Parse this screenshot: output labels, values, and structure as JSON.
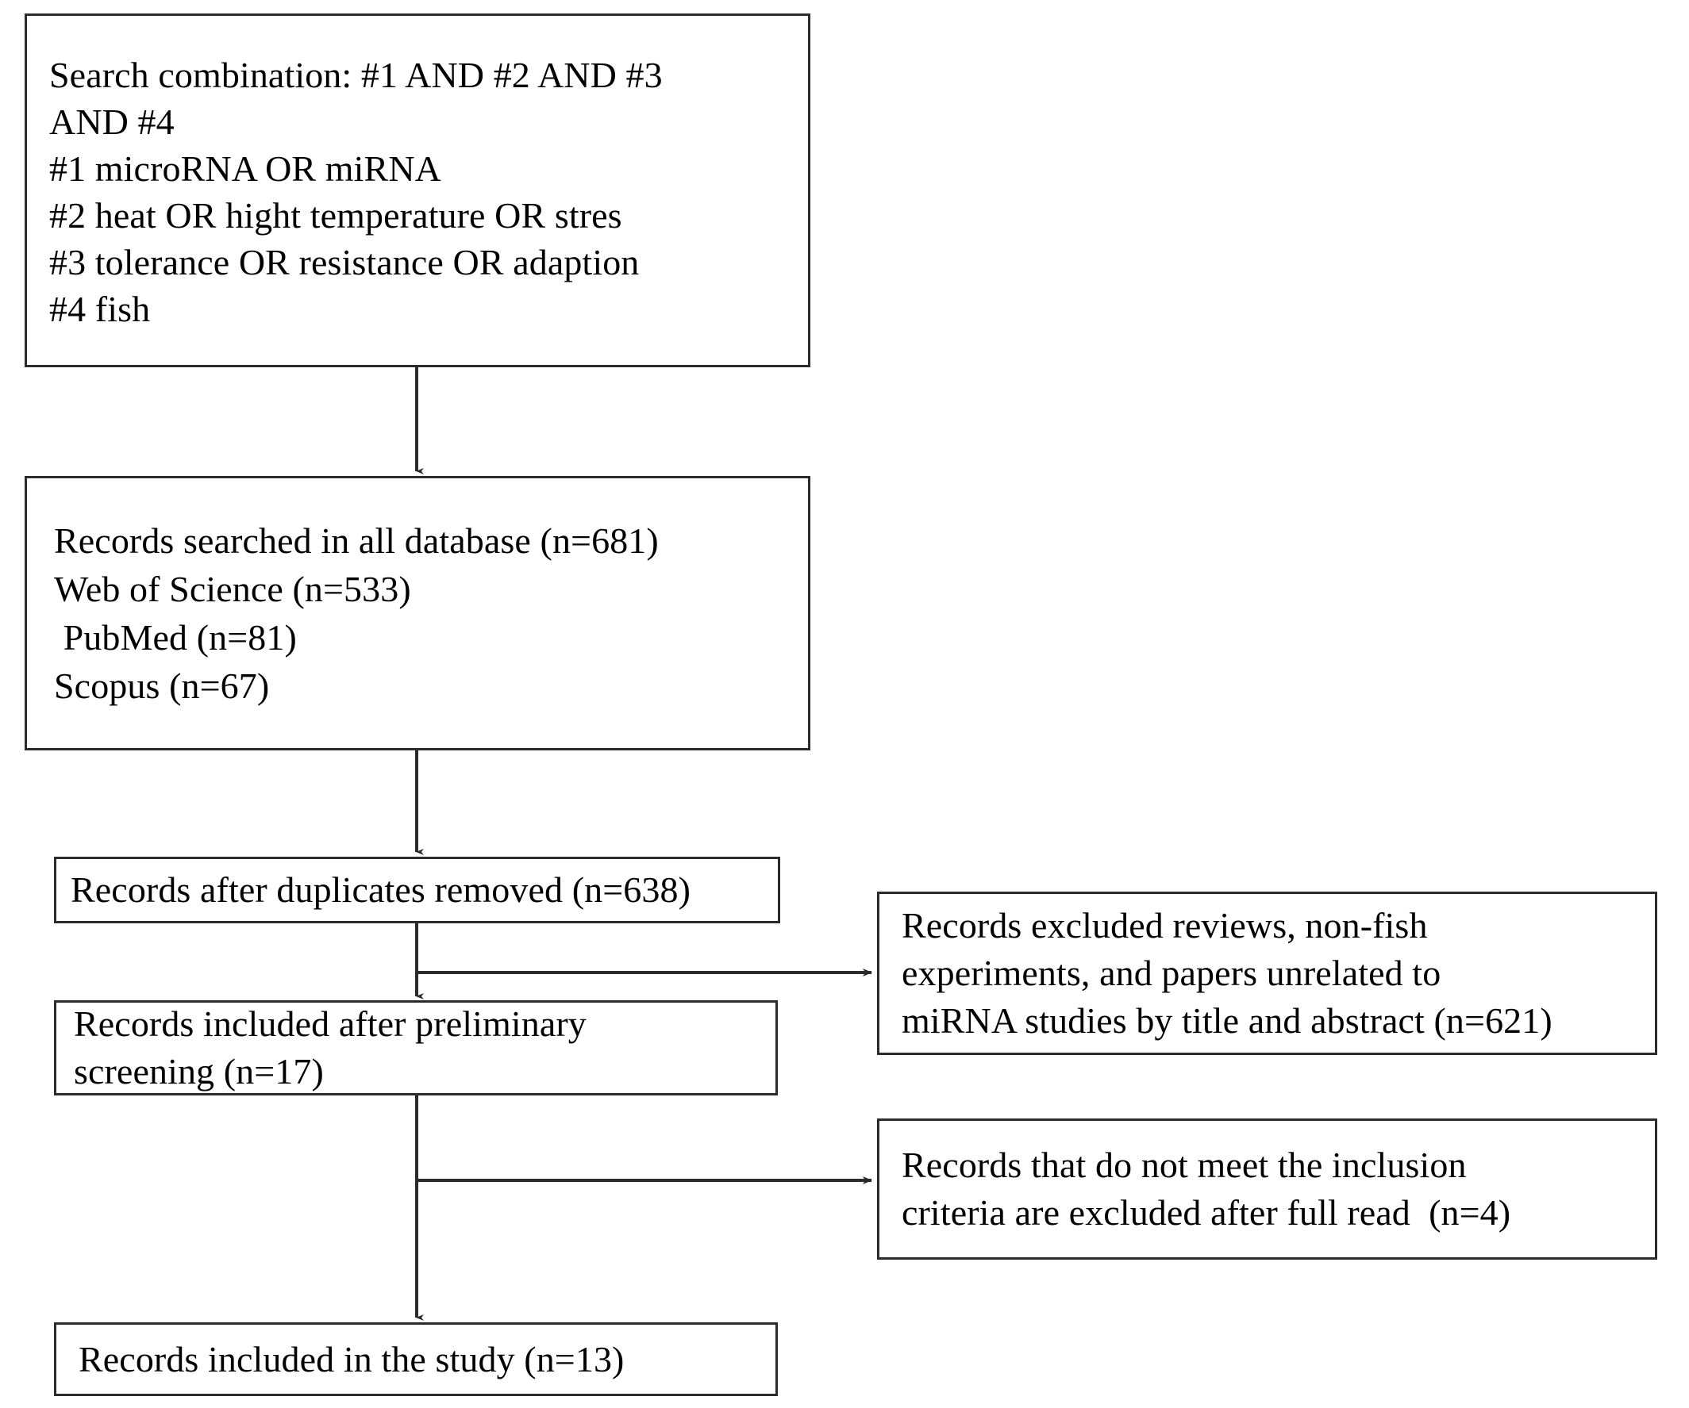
{
  "diagram": {
    "title": "PRISMA study selection flow diagram",
    "line_color": "#2b2b2b",
    "box_fill": "#ffffff",
    "text_color": "#000000"
  },
  "boxes": {
    "search_strategy": {
      "name": "search-strategy-box",
      "lines": [
        "Search combination: #1 AND #2 AND #3",
        "AND #4",
        "#1 microRNA OR miRNA",
        "#2 heat OR hight temperature OR stres",
        "#3 tolerance OR resistance OR adaption",
        "#4 fish"
      ]
    },
    "records_searched": {
      "name": "records-searched-box",
      "lines": [
        "Records searched in all database (n=681)",
        "Web of Science (n=533)",
        " PubMed (n=81)",
        "Scopus (n=67)"
      ],
      "total": 681,
      "sources": [
        {
          "label": "Web of Science",
          "n": 533
        },
        {
          "label": "PubMed",
          "n": 81
        },
        {
          "label": "Scopus",
          "n": 67
        }
      ]
    },
    "after_duplicates": {
      "name": "records-after-duplicates-box",
      "lines": [
        "Records after duplicates removed (n=638)"
      ],
      "n": 638
    },
    "preliminary_screening": {
      "name": "records-after-preliminary-screening-box",
      "lines": [
        "Records included after preliminary",
        "screening (n=17)"
      ],
      "n": 17
    },
    "included_study": {
      "name": "records-included-in-study-box",
      "lines": [
        "Records included in the study (n=13)"
      ],
      "n": 13
    },
    "excluded_title_abstract": {
      "name": "records-excluded-title-abstract-box",
      "lines": [
        "Records excluded reviews, non-fish",
        "experiments, and papers unrelated to",
        "miRNA studies by title and abstract (n=621)"
      ],
      "n": 621
    },
    "excluded_full_read": {
      "name": "records-excluded-full-read-box",
      "lines": [
        "Records that do not meet the inclusion",
        "criteria are excluded after full read  (n=4)"
      ],
      "n": 4
    }
  }
}
